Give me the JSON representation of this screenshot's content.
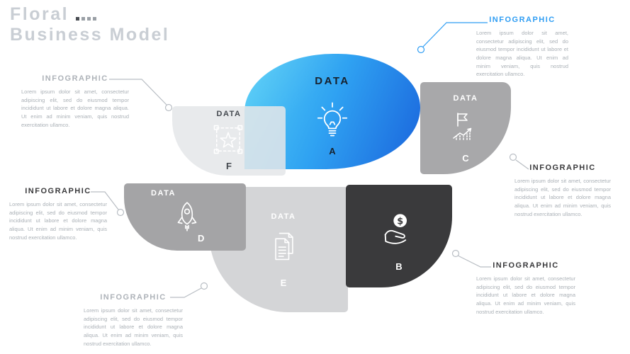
{
  "title": {
    "line1": "Floral",
    "line2": "Business Model"
  },
  "colors": {
    "accent_blue": "#2e9df3",
    "petal_blue_gradient": [
      "#55d0f6",
      "#1a64dc"
    ],
    "petal_gray": "#a8a8aa",
    "petal_light_gray": "#d4d5d7",
    "petal_translucent": "#e4e6e9",
    "petal_dark": "#3a3a3c",
    "connector_gray": "#b9bec4",
    "body_text": "#aab0b6"
  },
  "petals": [
    {
      "letter": "F",
      "label": "DATA",
      "icon": "star-selection"
    },
    {
      "letter": "A",
      "label": "DATA",
      "icon": "lightbulb"
    },
    {
      "letter": "C",
      "label": "DATA",
      "icon": "flag-growth"
    },
    {
      "letter": "D",
      "label": "DATA",
      "icon": "rocket"
    },
    {
      "letter": "E",
      "label": "DATA",
      "icon": "documents"
    },
    {
      "letter": "B",
      "icon": "hand-coin"
    }
  ],
  "callouts": [
    {
      "position": "top-right",
      "petal": "A",
      "heading": "INFOGRAPHIC",
      "color": "#2e9df3",
      "body": "Lorem ipsum dolor sit amet, consectetur adipiscing elit, sed do eiusmod tempor incididunt ut labore et dolore magna aliqua. Ut enim ad minim veniam, quis nostrud exercitation ullamco."
    },
    {
      "position": "upper-left",
      "petal": "F",
      "heading": "INFOGRAPHIC",
      "color": "#aeb3b9",
      "body": "Lorem ipsum dolor sit amet, consectetur adipiscing elit, sed do eiusmod tempor incididunt ut labore et dolore magna aliqua. Ut enim ad minim veniam, quis nostrud exercitation ullamco."
    },
    {
      "position": "middle-right",
      "petal": "C",
      "heading": "INFOGRAPHIC",
      "color": "#3a3a3c",
      "body": "Lorem ipsum dolor sit amet, consectetur adipiscing elit, sed do eiusmod tempor incididunt ut labore et dolore magna aliqua. Ut enim ad minim veniam, quis nostrud exercitation ullamco."
    },
    {
      "position": "middle-left",
      "petal": "D",
      "heading": "INFOGRAPHIC",
      "color": "#3a3a3c",
      "body": "Lorem ipsum dolor sit amet, consectetur adipiscing elit, sed do eiusmod tempor incididunt ut labore et dolore magna aliqua. Ut enim ad minim veniam, quis nostrud exercitation ullamco."
    },
    {
      "position": "bottom-right",
      "petal": "B",
      "heading": "INFOGRAPHIC",
      "color": "#3a3a3c",
      "body": "Lorem ipsum dolor sit amet, consectetur adipiscing elit, sed do eiusmod tempor incididunt ut labore et dolore magna aliqua. Ut enim ad minim veniam, quis nostrud exercitation ullamco."
    },
    {
      "position": "bottom-center",
      "petal": "E",
      "heading": "INFOGRAPHIC",
      "color": "#aeb3b9",
      "body": "Lorem ipsum dolor sit amet, consectetur adipiscing elit, sed do eiusmod tempor incididunt ut labore et dolore magna aliqua. Ut enim ad minim veniam, quis nostrud exercitation ullamco."
    }
  ]
}
